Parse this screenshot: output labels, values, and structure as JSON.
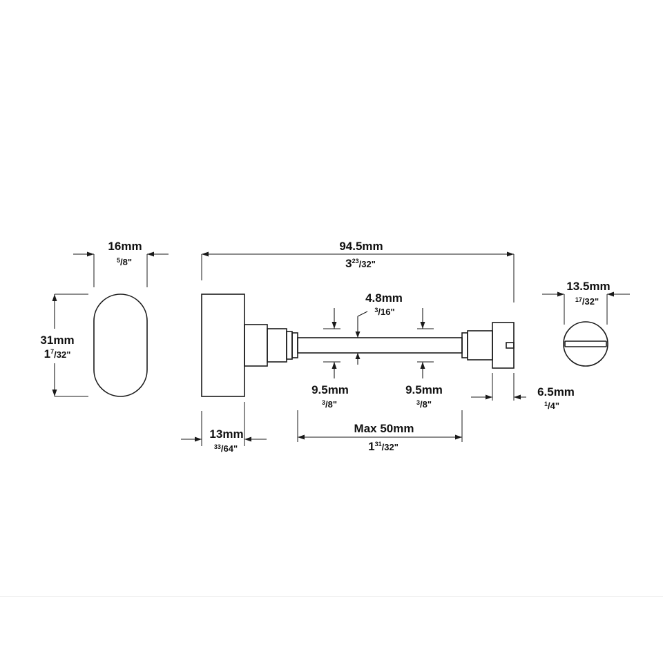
{
  "drawing": {
    "handle_width": {
      "mm": "16mm",
      "inch": {
        "num": "5",
        "den": "8"
      }
    },
    "handle_height": {
      "mm": "31mm",
      "inch": {
        "whole": "1",
        "num": "7",
        "den": "32"
      }
    },
    "overall_length": {
      "mm": "94.5mm",
      "inch": {
        "whole": "3",
        "num": "23",
        "den": "32"
      }
    },
    "spindle_diameter": {
      "mm": "4.8mm",
      "inch": {
        "num": "3",
        "den": "16"
      }
    },
    "collar_left": {
      "mm": "9.5mm",
      "inch": {
        "num": "3",
        "den": "8"
      }
    },
    "collar_right": {
      "mm": "9.5mm",
      "inch": {
        "num": "3",
        "den": "8"
      }
    },
    "end_cap_diameter": {
      "mm": "13.5mm",
      "inch": {
        "num": "17",
        "den": "32"
      }
    },
    "end_cap_depth": {
      "mm": "6.5mm",
      "inch": {
        "num": "1",
        "den": "4"
      }
    },
    "rose_depth": {
      "mm": "13mm",
      "inch": {
        "num": "33",
        "den": "64"
      }
    },
    "max_length": {
      "mm": "Max 50mm",
      "inch": {
        "whole": "1",
        "num": "31",
        "den": "32"
      }
    },
    "inch_mark": "\""
  }
}
